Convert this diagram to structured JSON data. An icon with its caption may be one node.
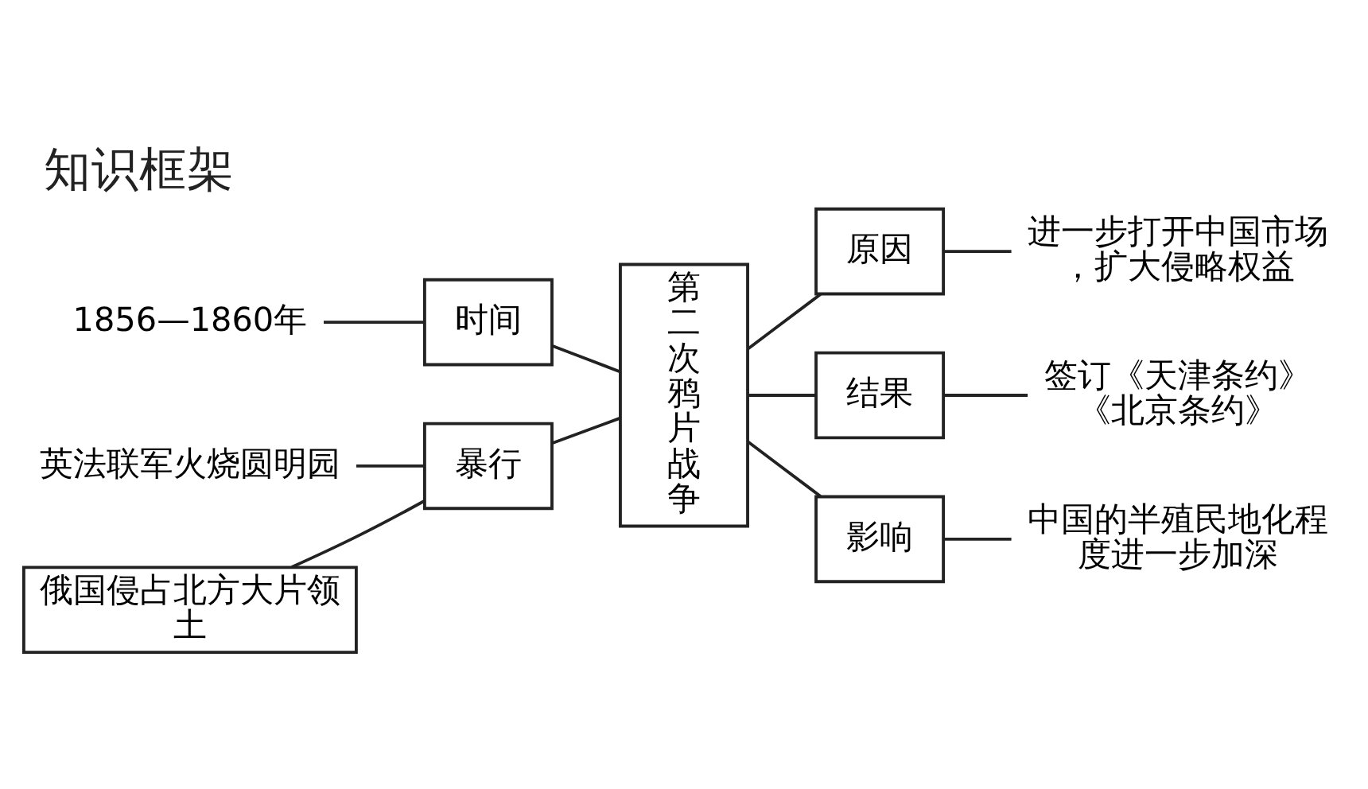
{
  "diagram": {
    "title": "知识框架",
    "nodes": [
      {
        "text": [
          "1856—1860年"
        ]
      },
      {
        "text": [
          "时间"
        ]
      },
      {
        "text": [
          "英法联军火烧圆明园"
        ]
      },
      {
        "text": [
          "俄国侵占北方大片领土"
        ]
      },
      {
        "text": [
          "暴行"
        ]
      },
      {
        "text": [
          "第二次鸦片战争"
        ]
      },
      {
        "text": [
          "原因"
        ]
      },
      {
        "text": [
          "进一步打开中国市场，扩大侵略权益"
        ]
      },
      {
        "text": [
          "结果"
        ]
      },
      {
        "text": [
          "签订《天津条约》《北京条约》"
        ]
      },
      {
        "text": [
          "影响"
        ]
      },
      {
        "text": [
          "中国的半殖民地化程度进一步加深"
        ]
      }
    ],
    "edges": [
      {
        "from": 0,
        "to": 1,
        "arrow": "none"
      },
      {
        "from": 1,
        "to": 5,
        "arrow": "none"
      },
      {
        "from": 2,
        "to": 4,
        "arrow": "none"
      },
      {
        "from": 3,
        "to": 4,
        "arrow": "none"
      },
      {
        "from": 4,
        "to": 5,
        "arrow": "none"
      },
      {
        "from": 5,
        "to": 6,
        "arrow": "none"
      },
      {
        "from": 6,
        "to": 7,
        "arrow": "none"
      },
      {
        "from": 5,
        "to": 8,
        "arrow": "none"
      },
      {
        "from": 8,
        "to": 9,
        "arrow": "none"
      },
      {
        "from": 5,
        "to": 10,
        "arrow": "none"
      },
      {
        "from": 10,
        "to": 11,
        "arrow": "none"
      }
    ]
  }
}
